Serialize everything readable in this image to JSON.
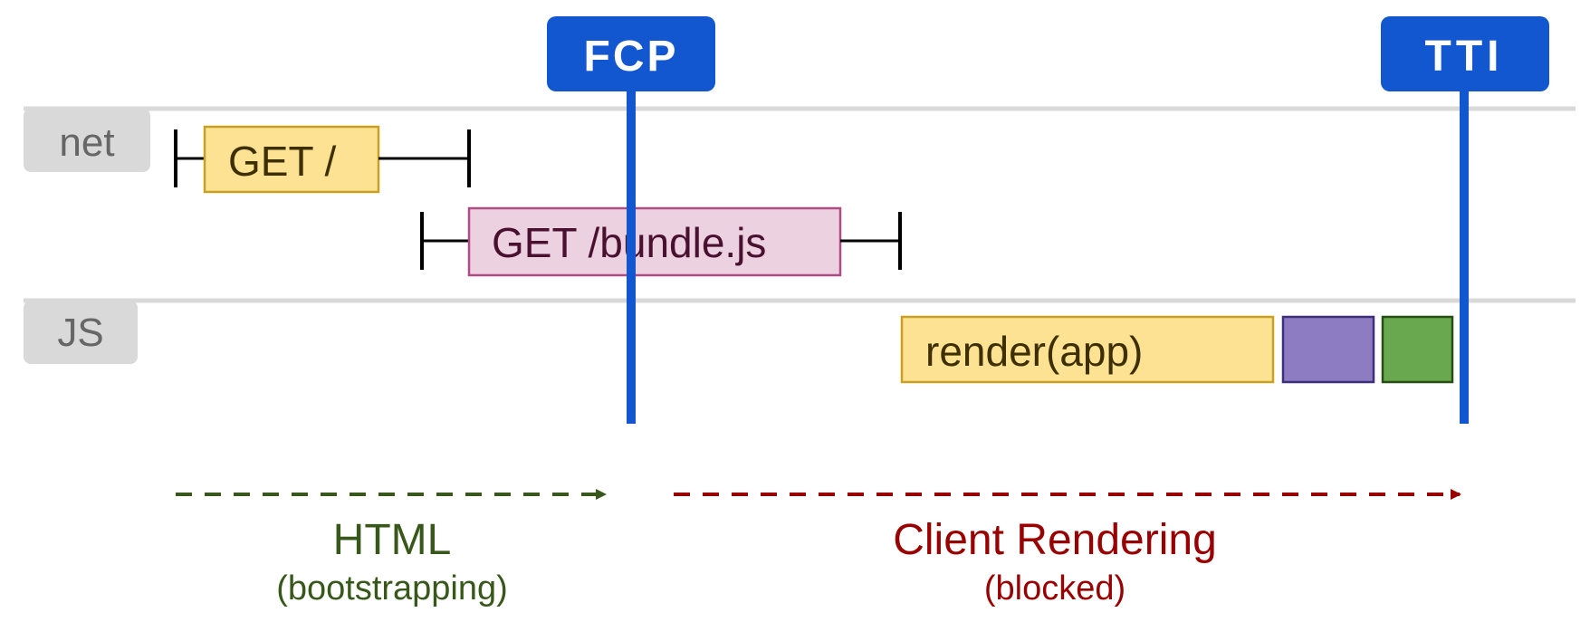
{
  "lanes": [
    {
      "label": "net"
    },
    {
      "label": "JS"
    }
  ],
  "markers": [
    {
      "label": "FCP",
      "color": "#1357d0"
    },
    {
      "label": "TTI",
      "color": "#1357d0"
    }
  ],
  "requests": [
    {
      "label": "GET /",
      "fill": "#fde293",
      "stroke": "#c9a020",
      "text_color": "#3d2f00"
    },
    {
      "label": "GET /bundle.js",
      "fill": "#ecd1e0",
      "stroke": "#b14b86",
      "text_color": "#4a1030"
    }
  ],
  "js_tasks": [
    {
      "label": "render(app)",
      "fill": "#fde293",
      "stroke": "#c9a020",
      "text_color": "#3d2f00"
    },
    {
      "label": "",
      "fill": "#8e7cc3",
      "stroke": "#3d2f7a"
    },
    {
      "label": "",
      "fill": "#6aa84f",
      "stroke": "#274e13"
    }
  ],
  "phases": [
    {
      "title": "HTML",
      "subtitle": "(bootstrapping)",
      "color": "#38571a"
    },
    {
      "title": "Client Rendering",
      "subtitle": "(blocked)",
      "color": "#990000"
    }
  ],
  "colors": {
    "lane_line": "#d9d9d9",
    "lane_tag": "#d9d9d9",
    "lane_text": "#666666",
    "whisker": "#000000"
  }
}
